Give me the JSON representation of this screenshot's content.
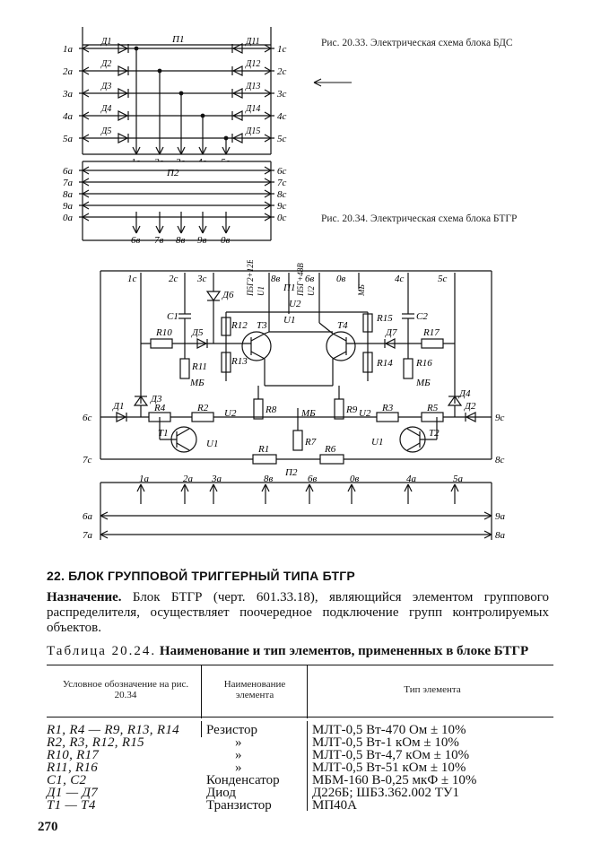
{
  "fig33": {
    "caption": "Рис. 20.33. Электрическая схема блока БДС",
    "left_terminals": [
      "1а",
      "2а",
      "3а",
      "4а",
      "5а"
    ],
    "right_terminals": [
      "1с",
      "2с",
      "3с",
      "4с",
      "5с"
    ],
    "diodes_left": [
      "Д1",
      "Д2",
      "Д3",
      "Д4",
      "Д5"
    ],
    "diodes_right": [
      "Д11",
      "Д12",
      "Д13",
      "Д14",
      "Д15"
    ],
    "bottom_terminals": [
      "1в",
      "2в",
      "3в",
      "4в",
      "5в"
    ],
    "board_top": "П1"
  },
  "fig34": {
    "caption": "Рис. 20.34. Электрическая схема блока БТГР",
    "left_terminals": [
      "6а",
      "7а",
      "8а",
      "9а",
      "0а"
    ],
    "right_terminals": [
      "6с",
      "7с",
      "8с",
      "9с",
      "0с"
    ],
    "bottom_terminals": [
      "6в",
      "7в",
      "8в",
      "9в",
      "0в"
    ],
    "board_label": "П2"
  },
  "schematic": {
    "top_terminals": [
      "1с",
      "2с",
      "3с",
      "8в",
      "6в",
      "0в",
      "4с",
      "5с"
    ],
    "supply_labels": [
      "П5Г2+12В",
      "U1",
      "П5Г+48В",
      "U2",
      "МБ"
    ],
    "board_p1": "П1",
    "board_p2": "П2",
    "u1": "U1",
    "u2": "U2",
    "mb": "МБ",
    "resistors": [
      "R1",
      "R2",
      "R3",
      "R4",
      "R5",
      "R6",
      "R7",
      "R8",
      "R9",
      "R10",
      "R11",
      "R12",
      "R13",
      "R14",
      "R15",
      "R16",
      "R17"
    ],
    "capacitors": [
      "C1",
      "C2"
    ],
    "diodes": [
      "Д1",
      "Д2",
      "Д3",
      "Д4",
      "Д5",
      "Д6",
      "Д7"
    ],
    "transistors": [
      "T1",
      "T2",
      "T3",
      "T4"
    ],
    "side_left": [
      "6с",
      "7с"
    ],
    "side_right": [
      "9с",
      "8с"
    ],
    "bottom_arrows": [
      "1а",
      "2а",
      "3а",
      "8в",
      "6в",
      "0в",
      "4а",
      "5а"
    ],
    "bottom_side_left": [
      "6а",
      "7а"
    ],
    "bottom_side_right": [
      "9а",
      "8а"
    ]
  },
  "section_title": "22. БЛОК ГРУППОВОЙ ТРИГГЕРНЫЙ ТИПА БТГР",
  "paragraph": {
    "lead": "Назначение.",
    "text": " Блок БТГР (черт. 601.33.18), являющийся элементом группового распределителя, осуществляет поочередное подключение групп контролируемых объектов."
  },
  "table": {
    "caption_prefix": "Таблица 20.24.",
    "caption_title": " Наименование и тип элементов, примененных в блоке БТГР",
    "headers": [
      "Условное обозначение на рис. 20.34",
      "Наименование элемента",
      "Тип элемента"
    ],
    "rows": [
      {
        "desig": "R1, R4 — R9, R13, R14",
        "name": "Резистор",
        "type": "МЛТ-0,5 Вт-470 Ом ± 10%"
      },
      {
        "desig": "R2, R3, R12, R15",
        "name": "»",
        "type": "МЛТ-0,5 Вт-1 кОм ± 10%"
      },
      {
        "desig": "R10, R17",
        "name": "»",
        "type": "МЛТ-0,5 Вт-4,7 кОм ± 10%"
      },
      {
        "desig": "R11, R16",
        "name": "»",
        "type": "МЛТ-0,5 Вт-51 кОм ± 10%"
      },
      {
        "desig": "C1, C2",
        "name": "Конденсатор",
        "type": "МБМ-160 В-0,25 мкФ ± 10%"
      },
      {
        "desig": "Д1 — Д7",
        "name": "Диод",
        "type": "Д226Б; ШБЗ.362.002 ТУ1"
      },
      {
        "desig": "T1 — T4",
        "name": "Транзистор",
        "type": "МП40А"
      }
    ]
  },
  "page_number": "270"
}
